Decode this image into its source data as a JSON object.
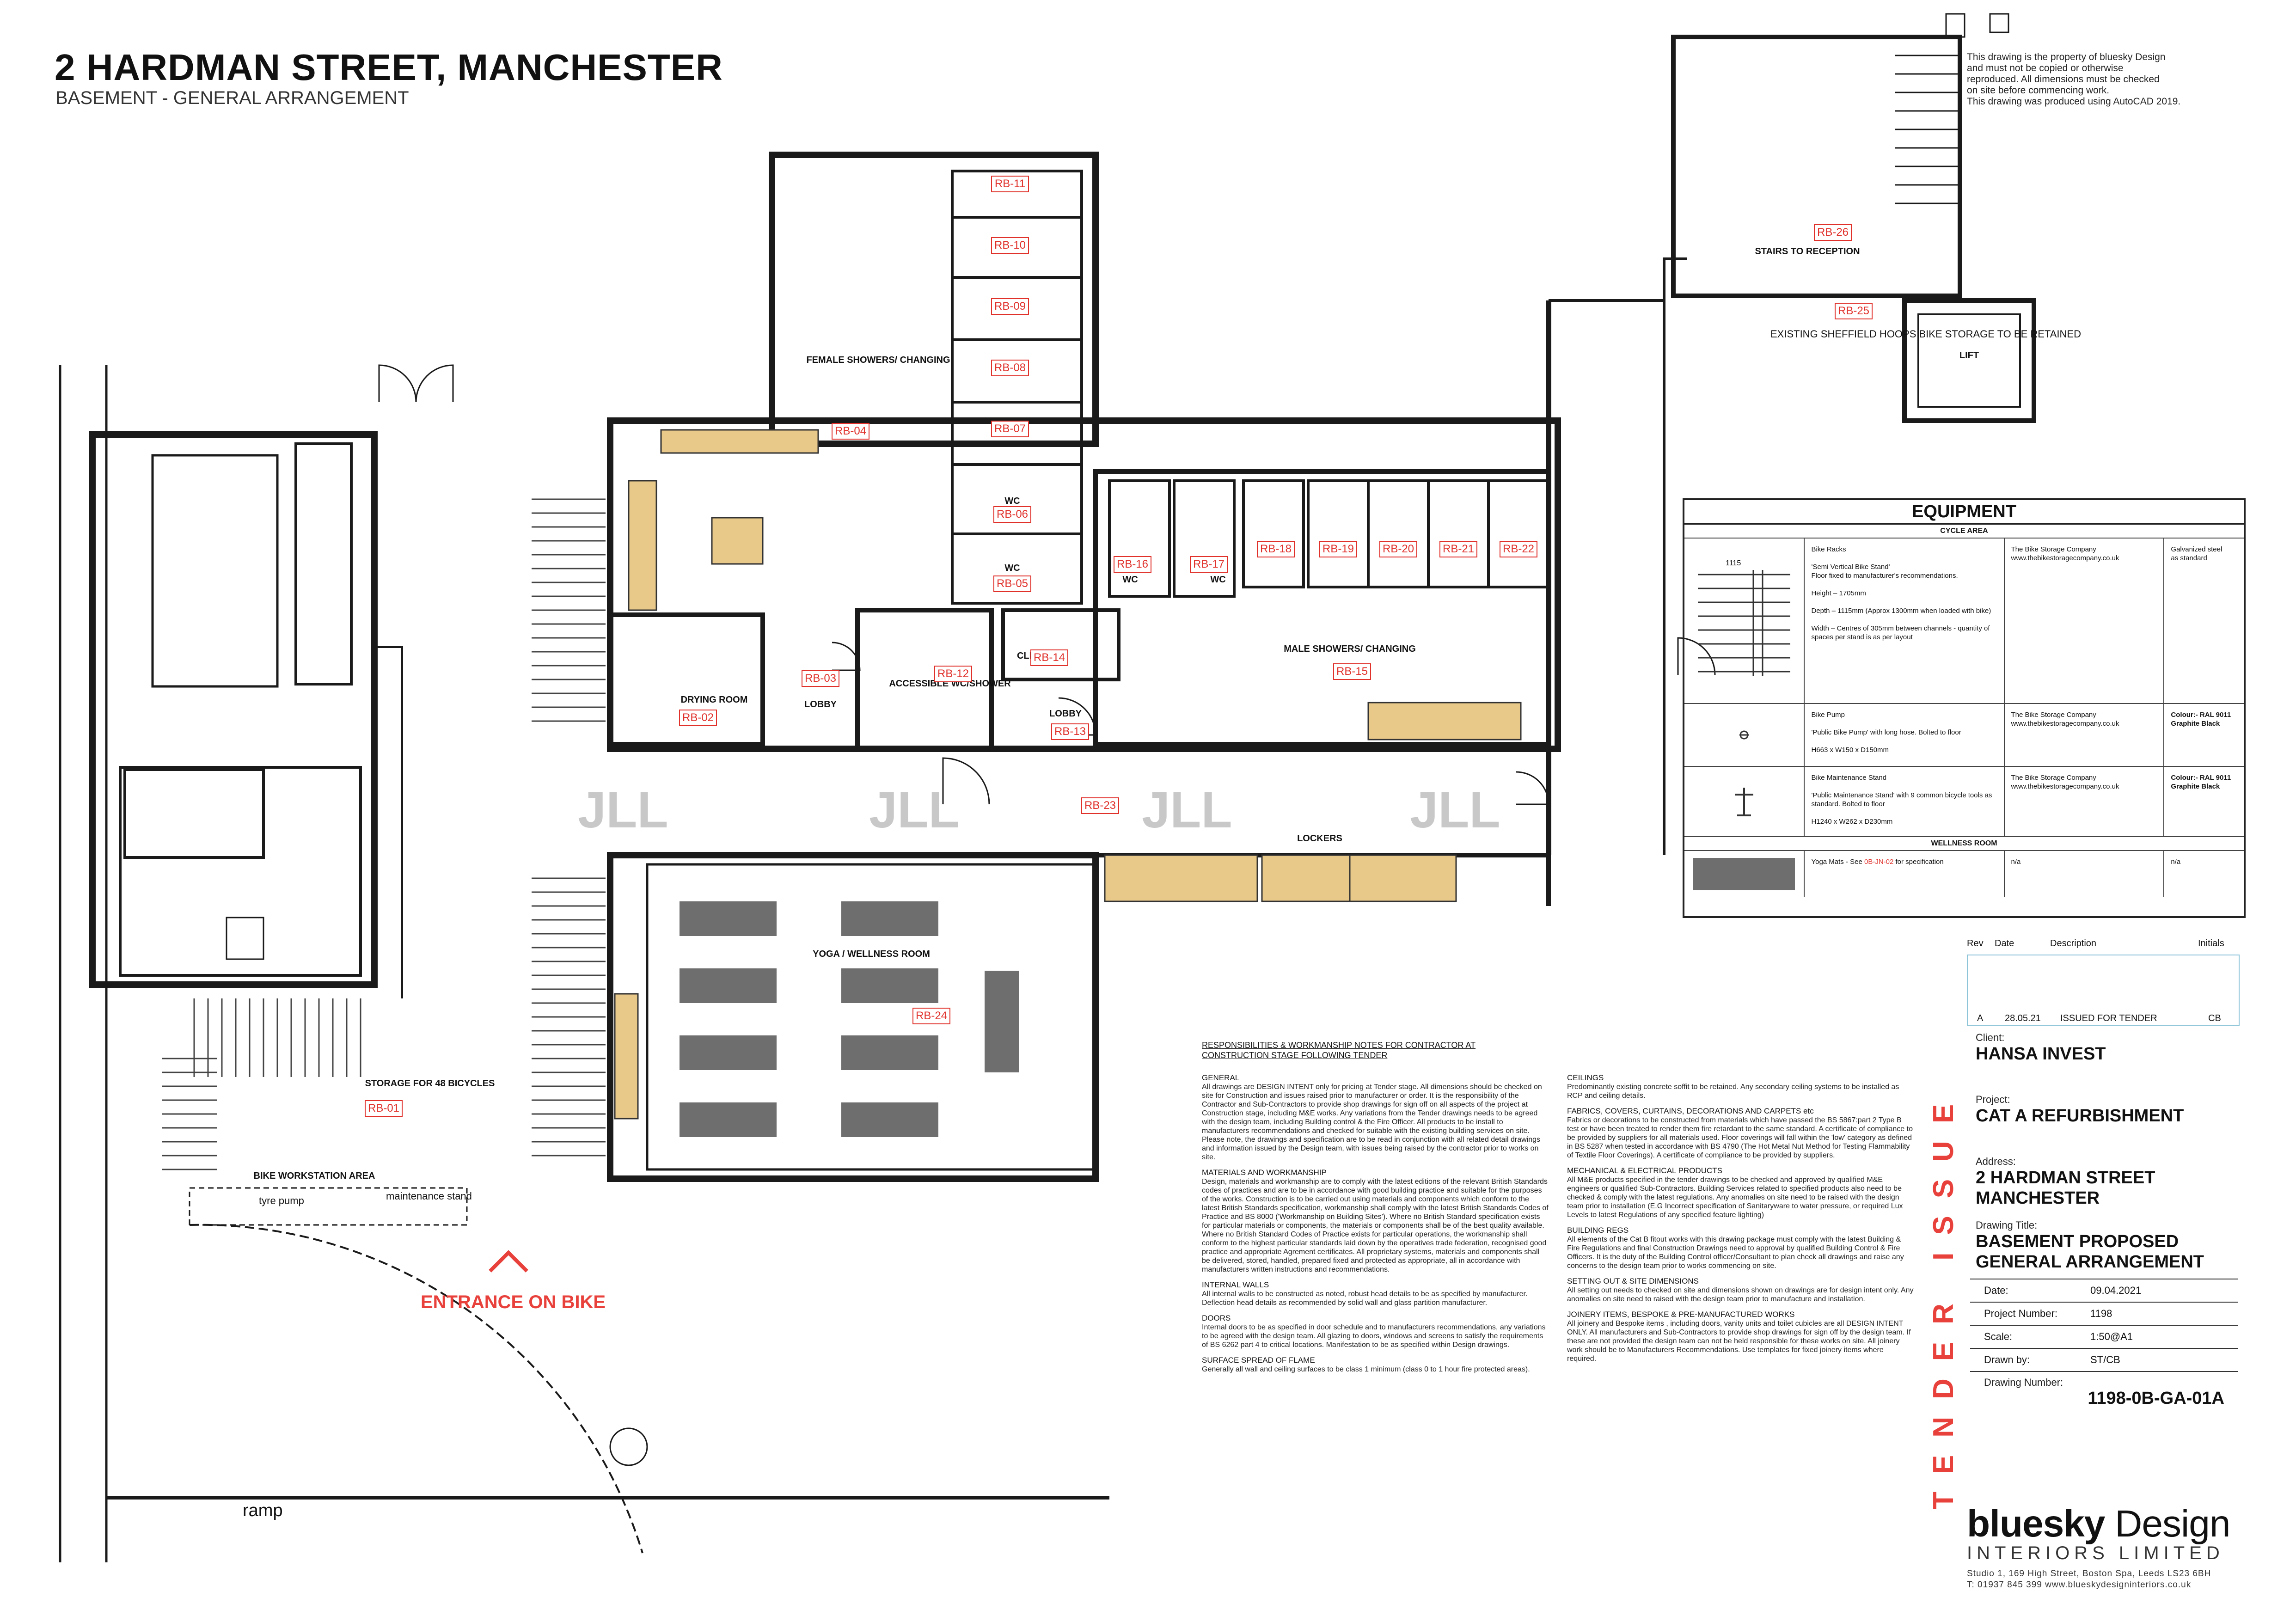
{
  "header": {
    "title": "2 HARDMAN STREET, MANCHESTER",
    "subtitle": "BASEMENT - GENERAL ARRANGEMENT",
    "copyright_lines": [
      "This drawing is the property of bluesky Design",
      "and must not be copied or otherwise",
      "reproduced. All dimensions must be checked",
      "on site before commencing work.",
      "This drawing was produced using AutoCAD 2019."
    ]
  },
  "rooms": {
    "female": "FEMALE SHOWERS/\nCHANGING",
    "male": "MALE SHOWERS/\nCHANGING",
    "drying": "DRYING ROOM",
    "lobby1": "LOBBY",
    "lobby2": "LOBBY",
    "accessible": "ACCESSIBLE\nWC/SHOWER",
    "cleaners": "CLEANERS",
    "lockers": "LOCKERS",
    "yoga": "YOGA / WELLNESS ROOM",
    "storage": "STORAGE FOR 48 BICYCLES",
    "workstation": "BIKE WORKSTATION AREA",
    "tyre_pump": "tyre pump",
    "maint_stand": "maintenance\nstand",
    "entrance": "ENTRANCE\nON BIKE",
    "ramp": "ramp",
    "stairs": "STAIRS TO RECEPTION",
    "lift": "LIFT",
    "sheffield": "EXISTING SHEFFIELD HOOPS\nBIKE STORAGE TO BE RETAINED",
    "wc": "WC"
  },
  "room_tags": [
    "RB-01",
    "RB-02",
    "RB-03",
    "RB-04",
    "RB-05",
    "RB-06",
    "RB-07",
    "RB-08",
    "RB-09",
    "RB-10",
    "RB-11",
    "RB-12",
    "RB-13",
    "RB-14",
    "RB-15",
    "RB-16",
    "RB-17",
    "RB-18",
    "RB-19",
    "RB-20",
    "RB-21",
    "RB-22",
    "RB-23",
    "RB-24",
    "RB-25",
    "RB-26"
  ],
  "watermark": "JLL",
  "equipment": {
    "title": "EQUIPMENT",
    "cycle_area": "CYCLE AREA",
    "wellness_room": "WELLNESS ROOM",
    "dim_1115": "1115",
    "rows": [
      {
        "desc": [
          "Bike Racks",
          "'Semi Vertical Bike Stand'",
          "Floor fixed to manufacturer's recommendations.",
          "Height – 1705mm",
          "Depth – 1115mm (Approx 1300mm when loaded with bike)",
          "Width – Centres of 305mm between channels - quantity of spaces per stand is as per layout"
        ],
        "supplier": [
          "The Bike Storage Company",
          "www.thebikestoragecompany.co.uk"
        ],
        "finish": [
          "Galvanized steel",
          "as standard"
        ]
      },
      {
        "desc": [
          "Bike Pump",
          "'Public Bike Pump' with long hose. Bolted to floor",
          "H663 x W150 x D150mm"
        ],
        "supplier": [
          "The Bike Storage Company",
          "www.thebikestoragecompany.co.uk"
        ],
        "finish": [
          "Colour:- RAL 9011",
          "Graphite Black"
        ]
      },
      {
        "desc": [
          "Bike Maintenance Stand",
          "'Public Maintenance Stand' with 9 common bicycle tools as standard. Bolted to floor",
          "H1240 x W262 x D230mm"
        ],
        "supplier": [
          "The Bike Storage Company",
          "www.thebikestoragecompany.co.uk"
        ],
        "finish": [
          "Colour:- RAL 9011",
          "Graphite Black"
        ]
      }
    ],
    "yoga_row": {
      "desc_pre": "Yoga Mats - See ",
      "desc_ref": "0B-JN-02",
      "desc_post": " for specification",
      "supplier": "n/a",
      "finish": "n/a"
    }
  },
  "revisions": {
    "headers": [
      "Rev",
      "Date",
      "Description",
      "Initials"
    ],
    "rows": [
      {
        "rev": "A",
        "date": "28.05.21",
        "desc": "ISSUED FOR TENDER",
        "initials": "CB"
      }
    ]
  },
  "notes": {
    "heading": "RESPONSIBILITIES & WORKMANSHIP NOTES FOR CONTRACTOR AT CONSTRUCTION STAGE FOLLOWING TENDER",
    "left": [
      {
        "t": "GENERAL",
        "b": "All drawings are DESIGN INTENT only for pricing at Tender stage. All dimensions should be checked on site for Construction and issues raised prior to manufacturer or order. It is the responsibility of the Contractor and Sub-Contractors to provide shop drawings for sign off on all aspects of the project at Construction stage, including M&E works. Any variations from the Tender drawings needs to be agreed with the design team, including Building control & the Fire Officer. All products to be install to manufacturers recommendations and checked for suitable with the existing building services on site. Please note, the drawings and specification are to be read in conjunction with all related detail drawings and information issued by the Design team, with issues being raised by the contractor prior to works on site."
      },
      {
        "t": "MATERIALS AND WORKMANSHIP",
        "b": "Design, materials and workmanship are to comply with the latest editions of the relevant British Standards codes of practices and are to be in accordance with good building practice and suitable for the purposes of the works. Construction is to be carried out using materials and components which conform to the latest British Standards specification, workmanship shall comply with the latest British Standards Codes of Practice and BS 8000 ('Workmanship on Building Sites'). Where no British Standard specification exists for particular materials or components, the materials or components shall be of the best quality available. Where no British Standard Codes of Practice exists for particular operations, the workmanship shall conform to the highest particular standards laid down by the operatives trade federation, recognised good practice and appropriate Agrement certificates. All proprietary systems, materials and components shall be delivered, stored, handled, prepared fixed and protected as appropriate, all in accordance with manufacturers written instructions and recommendations."
      },
      {
        "t": "INTERNAL WALLS",
        "b": "All internal walls to be constructed as noted, robust head details to be as specified by manufacturer. Deflection head details as recommended by solid wall and glass partition manufacturer."
      },
      {
        "t": "DOORS",
        "b": "Internal doors to be as specified in door schedule and to manufacturers recommendations, any variations to be agreed with the design team. All glazing to doors, windows and screens to satisfy the requirements of BS 6262 part 4 to critical locations. Manifestation to be as specified within Design drawings."
      },
      {
        "t": "SURFACE SPREAD OF FLAME",
        "b": "Generally all wall and ceiling surfaces to be class 1 minimum (class 0 to 1 hour fire protected areas)."
      }
    ],
    "right": [
      {
        "t": "CEILINGS",
        "b": "Predominantly existing concrete soffit to be retained. Any secondary ceiling systems to be installed as RCP and ceiling details."
      },
      {
        "t": "FABRICS, COVERS, CURTAINS, DECORATIONS AND CARPETS etc",
        "b": "Fabrics or decorations to be constructed from materials which have passed the BS 5867:part 2 Type B test or have been treated to render them fire retardant to the same standard. A certificate of compliance to be provided by suppliers for all materials used. Floor coverings will fall within the 'low' category as defined in BS 5287 when tested in accordance with BS 4790 (The Hot Metal Nut Method for Testing Flammability of Textile Floor Coverings). A certificate of compliance to be provided by suppliers."
      },
      {
        "t": "MECHANICAL & ELECTRICAL PRODUCTS",
        "b": "All M&E products specified in the tender drawings to be checked and approved by qualified M&E engineers or qualified Sub-Contractors. Building Services related to specified products also need to be checked & comply with the latest regulations. Any anomalies on site need to be raised with the design team prior to installation (E.G Incorrect specification of Sanitaryware to water pressure, or required Lux Levels to latest Regulations of any specified feature lighting)"
      },
      {
        "t": "BUILDING REGS",
        "b": "All elements of the Cat B fitout works with this drawing package must comply with the latest Building & Fire Regulations and final Construction Drawings need to approval by qualified Building Control & Fire Officers. It is the duty of the Building Control officer/Consultant to plan check all drawings and raise any concerns to the design team prior to works commencing on site."
      },
      {
        "t": "SETTING OUT & SITE DIMENSIONS",
        "b": "All setting out needs to checked on site and dimensions shown on drawings are for design intent only. Any anomalies on site need to raised with the design team prior to manufacture and installation."
      },
      {
        "t": "JOINERY ITEMS, BESPOKE & PRE-MANUFACTURED WORKS",
        "b": "All joinery and Bespoke items , including doors, vanity units and toilet cubicles are all DESIGN INTENT ONLY. All manufacturers and Sub-Contractors to provide shop drawings for sign off by the design team. If these are not provided the design team can not be held responsible for these works on site. All joinery work should be to Manufacturers Recommendations. Use templates for fixed joinery items where required."
      }
    ]
  },
  "title_block": {
    "stamp": "TENDER ISSUE",
    "client_label": "Client:",
    "client": "HANSA INVEST",
    "project_label": "Project:",
    "project": "CAT A REFURBISHMENT",
    "address_label": "Address:",
    "address": "2 HARDMAN STREET\nMANCHESTER",
    "drawing_title_label": "Drawing Title:",
    "drawing_title": "BASEMENT PROPOSED\nGENERAL ARRANGEMENT",
    "date_label": "Date:",
    "date": "09.04.2021",
    "project_number_label": "Project Number:",
    "project_number": "1198",
    "scale_label": "Scale:",
    "scale": "1:50@A1",
    "drawn_by_label": "Drawn by:",
    "drawn_by": "ST/CB",
    "drawing_number_label": "Drawing Number:",
    "drawing_number": "1198-0B-GA-01A"
  },
  "logo": {
    "brand": "bluesky",
    "brand2": " Design",
    "sub": "INTERIORS LIMITED",
    "address": "Studio 1, 169 High Street, Boston Spa, Leeds LS23 6BH",
    "contact": "T: 01937 845 399  www.blueskydesigninteriors.co.uk"
  },
  "colors": {
    "tag": "#e0312b",
    "accent_red": "#e8403a",
    "joinery": "#e9c98a",
    "mat": "#6e6e6e",
    "wall": "#1a1a1a",
    "watermark": "#c8c8c8"
  }
}
